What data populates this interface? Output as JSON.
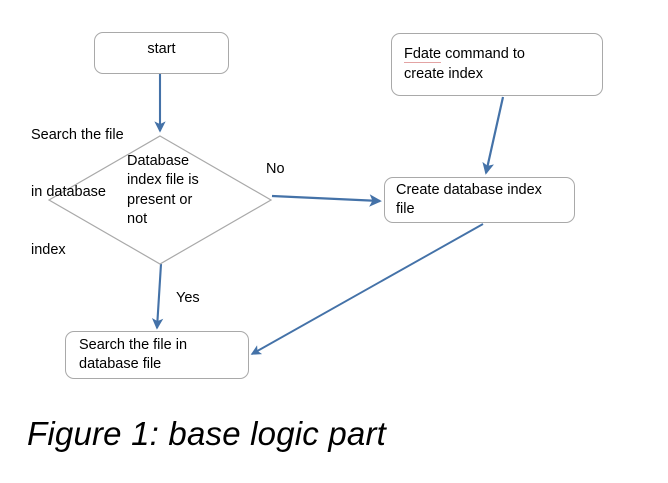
{
  "figure": {
    "caption": "Figure 1: base logic part",
    "background_color": "#ffffff",
    "node_border_color": "#a9a9a9",
    "arrow_color": "#4472a8",
    "spellcheck_underline_color": "#e3a3a3",
    "text_color": "#000000"
  },
  "nodes": {
    "start": {
      "label": "start",
      "shape": "rounded-rectangle"
    },
    "decision": {
      "shape": "diamond",
      "lines": [
        "Database",
        "index file is",
        "present or",
        "not"
      ]
    },
    "fdate": {
      "shape": "rounded-rectangle",
      "misspelled_word": "Fdate",
      "line1_rest": " command to",
      "line2": "create index"
    },
    "create_index_file": {
      "shape": "rounded-rectangle",
      "lines": [
        "Create database index",
        "file"
      ]
    },
    "search_db_file": {
      "shape": "rounded-rectangle",
      "lines": [
        "Search the file in",
        "database file"
      ]
    }
  },
  "labels": {
    "search_db_index": {
      "lines": [
        "Search the file",
        "in database",
        "index"
      ]
    },
    "edge_no": "No",
    "edge_yes": "Yes"
  },
  "edges": [
    {
      "name": "start-to-decision",
      "from": "start",
      "to": "decision",
      "label": ""
    },
    {
      "name": "decision-to-create",
      "from": "decision",
      "to": "create_index_file",
      "label": "No"
    },
    {
      "name": "decision-to-search",
      "from": "decision",
      "to": "search_db_file",
      "label": "Yes"
    },
    {
      "name": "fdate-to-create",
      "from": "fdate",
      "to": "create_index_file",
      "label": ""
    },
    {
      "name": "create-to-search",
      "from": "create_index_file",
      "to": "search_db_file",
      "label": ""
    }
  ]
}
